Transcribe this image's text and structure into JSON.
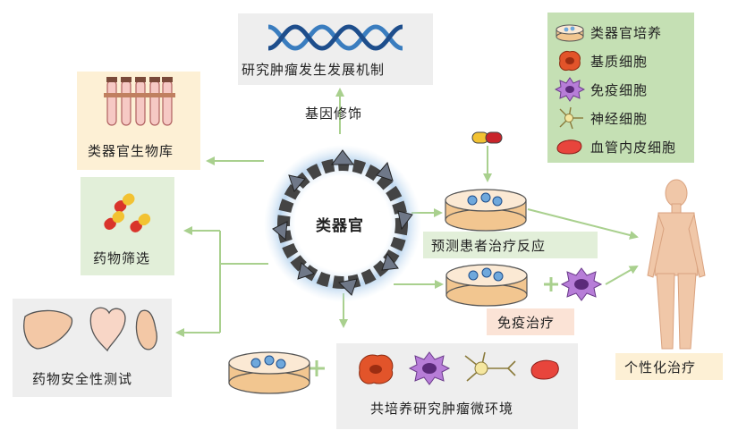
{
  "center": {
    "label": "类器官"
  },
  "top": {
    "title": "研究肿瘤发生发展机制",
    "edge_label": "基因修饰"
  },
  "left": {
    "biobank": "类器官生物库",
    "drug_screen": "药物筛选",
    "safety": "药物安全性测试"
  },
  "right": {
    "predict": "预测患者治疗反应",
    "immuno": "免疫治疗",
    "personalized": "个性化治疗"
  },
  "bottom": {
    "coculture": "共培养研究肿瘤微环境"
  },
  "legend": {
    "items": [
      {
        "label": "类器官培养",
        "icon": "culture-dish-icon"
      },
      {
        "label": "基质细胞",
        "icon": "stromal-cell-icon"
      },
      {
        "label": "免疫细胞",
        "icon": "immune-cell-icon"
      },
      {
        "label": "神经细胞",
        "icon": "neuron-icon"
      },
      {
        "label": "血管内皮细胞",
        "icon": "endothelial-cell-icon"
      }
    ]
  },
  "colors": {
    "green_box": "#e2efd9",
    "yellow_box": "#fdf0d5",
    "gray_box": "#eeeeee",
    "pink_box": "#fbe3d6",
    "arrow": "#a9d08e",
    "legend_bg": "#c5e0b4"
  }
}
